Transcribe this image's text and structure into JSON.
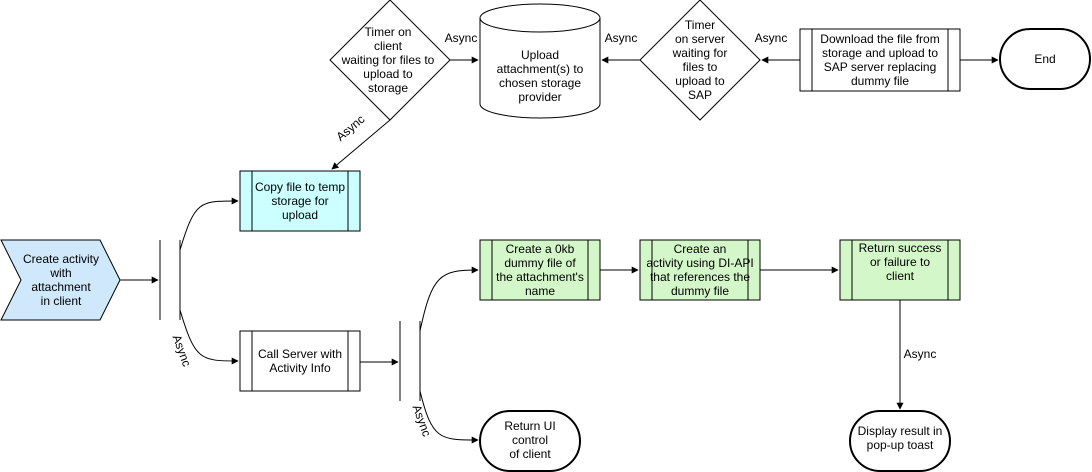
{
  "colors": {
    "process_blue": "#ccffff",
    "process_green": "#d4f7c9",
    "start_blue": "#cfe8fb",
    "stroke": "#000000"
  },
  "nodes": {
    "create_activity": [
      "Create activity",
      "with",
      "attachment",
      "in client"
    ],
    "copy_file": [
      "Copy file to temp",
      "storage for",
      "upload"
    ],
    "call_server": [
      "Call Server with",
      "Activity Info"
    ],
    "timer_client": [
      "Timer on",
      "client",
      "waiting for files to",
      "upload to",
      "storage"
    ],
    "upload_storage": [
      "Upload",
      "attachment(s) to",
      "chosen storage",
      "provider"
    ],
    "timer_server": [
      "Timer",
      "on server",
      "waiting for",
      "files to",
      "upload to",
      "SAP"
    ],
    "download_file": [
      "Download the file from",
      "storage and upload to",
      "SAP server replacing",
      "dummy file"
    ],
    "end": [
      "End"
    ],
    "create_dummy": [
      "Create a 0kb",
      "dummy file of",
      "the attachment's",
      "name"
    ],
    "create_activity_diapi": [
      "Create an",
      "activity using DI-API",
      "that references the",
      "dummy file"
    ],
    "return_result": [
      "Return success",
      "or failure to",
      "client"
    ],
    "return_ui": [
      "Return UI",
      "control",
      "of client"
    ],
    "display_result": [
      "Display result in",
      "pop-up toast"
    ]
  },
  "edge_labels": {
    "timer_client_to_upload": "Async",
    "timer_server_to_upload": "Async",
    "download_to_timer_server": "Async",
    "timer_client_to_copy": "Async",
    "fork1": "Async",
    "fork2": "Async",
    "result_to_display": "Async"
  }
}
